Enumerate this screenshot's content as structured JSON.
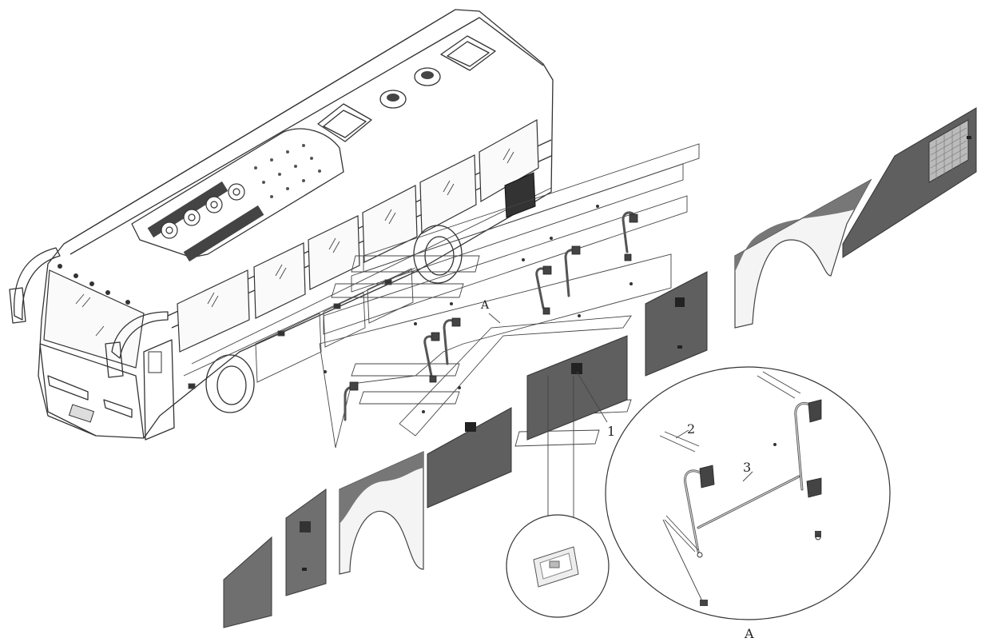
{
  "callouts": {
    "part_1": "1",
    "part_2": "2",
    "part_3": "3",
    "view_a_marker": "A",
    "view_a_title": "A"
  }
}
